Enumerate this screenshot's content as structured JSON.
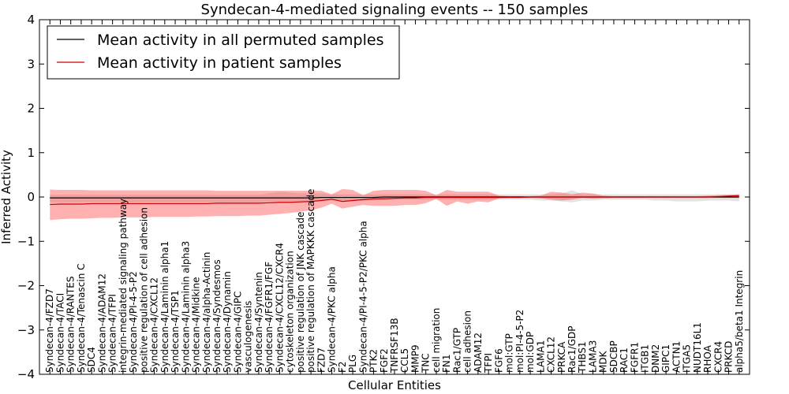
{
  "chart_data": {
    "type": "line",
    "title": "Syndecan-4-mediated signaling events -- 150 samples",
    "xlabel": "Cellular Entities",
    "ylabel": "Inferred Activity",
    "ylim": [
      -4,
      4
    ],
    "yticks": [
      -4,
      -3,
      -2,
      -1,
      0,
      1,
      2,
      3,
      4
    ],
    "grid": false,
    "legend_position": "top-left",
    "categories": [
      "Syndecan-4/FZD7",
      "Syndecan-4/TACI",
      "Syndecan-4/RANTES",
      "Syndecan-4/Tenascin C",
      "SDC4",
      "Syndecan-4/ADAM12",
      "Syndecan-4/TFPI",
      "integrin-mediated signaling pathway",
      "Syndecan-4/PI-4-5-P2",
      "positive regulation of cell adhesion",
      "Syndecan-4/CXCL12",
      "Syndecan-4/Laminin alpha1",
      "Syndecan-4/TSP1",
      "Syndecan-4/Laminin alpha3",
      "Syndecan-4/Midkine",
      "Syndecan-4/alpha-Actinin",
      "Syndecan-4/Syndesmos",
      "Syndecan-4/Dynamin",
      "Syndecan-4/GIPC",
      "vasculogenesis",
      "Syndecan-4/Syntenin",
      "Syndecan-4/FGFR1/FGF",
      "Syndecan-4/CXCL12/CXCR4",
      "cytoskeleton organization",
      "positive regulation of JNK cascade",
      "positive regulation of MAPKKK cascade",
      "FZD7",
      "Syndecan-4/PKC alpha",
      "F2",
      "PLG",
      "Syndecan-4/PI-4-5-P2/PKC alpha",
      "PTK2",
      "FGF2",
      "TNFRSF13B",
      "CCL5",
      "MMP9",
      "TNC",
      "cell migration",
      "FN1",
      "Rac1/GTP",
      "cell adhesion",
      "ADAM12",
      "TFPI",
      "FGF6",
      "mol:GTP",
      "mol:PI-4-5-P2",
      "mol:GDP",
      "LAMA1",
      "CXCL12",
      "PRKCA",
      "Rac1/GDP",
      "THBS1",
      "LAMA3",
      "MDK",
      "SDCBP",
      "RAC1",
      "FGFR1",
      "ITGB1",
      "DNM2",
      "GIPC1",
      "ACTN1",
      "ITGA5",
      "NUDT16L1",
      "RHOA",
      "CXCR4",
      "PRKCD",
      "alpha5/beta1 Integrin"
    ],
    "series": [
      {
        "name": "Mean activity in all permuted samples",
        "color": "#000000",
        "band_color": "#b0b0b0",
        "values": [
          -0.02,
          -0.02,
          -0.02,
          -0.02,
          -0.02,
          -0.02,
          -0.02,
          -0.02,
          -0.02,
          -0.02,
          -0.02,
          -0.02,
          -0.02,
          -0.02,
          -0.02,
          -0.02,
          -0.02,
          -0.02,
          -0.02,
          -0.02,
          -0.02,
          -0.02,
          -0.02,
          -0.02,
          -0.02,
          -0.02,
          -0.01,
          -0.01,
          -0.01,
          -0.01,
          -0.01,
          -0.01,
          0,
          0,
          0,
          0,
          0,
          0,
          0,
          0,
          0,
          0,
          0,
          0,
          0,
          0,
          0,
          0,
          0,
          0,
          0,
          0,
          0,
          0,
          0,
          0,
          0,
          0,
          0,
          0,
          0,
          0,
          0,
          0,
          0,
          0,
          0
        ],
        "lower": [
          -0.12,
          -0.12,
          -0.12,
          -0.12,
          -0.12,
          -0.12,
          -0.12,
          -0.12,
          -0.12,
          -0.12,
          -0.12,
          -0.12,
          -0.12,
          -0.12,
          -0.12,
          -0.12,
          -0.12,
          -0.12,
          -0.12,
          -0.12,
          -0.12,
          -0.1,
          -0.1,
          -0.1,
          -0.1,
          -0.1,
          -0.08,
          -0.08,
          -0.08,
          -0.08,
          -0.08,
          -0.08,
          -0.06,
          -0.06,
          -0.06,
          -0.06,
          -0.06,
          -0.06,
          -0.06,
          -0.06,
          -0.06,
          -0.06,
          -0.06,
          -0.06,
          -0.06,
          -0.06,
          -0.06,
          -0.08,
          -0.08,
          -0.1,
          -0.12,
          -0.08,
          -0.08,
          -0.06,
          -0.06,
          -0.06,
          -0.06,
          -0.06,
          -0.08,
          -0.08,
          -0.1,
          -0.1,
          -0.1,
          -0.08,
          -0.08,
          -0.08,
          -0.1
        ],
        "upper": [
          0.05,
          0.05,
          0.05,
          0.05,
          0.05,
          0.05,
          0.05,
          0.05,
          0.05,
          0.05,
          0.05,
          0.05,
          0.05,
          0.05,
          0.05,
          0.05,
          0.05,
          0.05,
          0.05,
          0.05,
          0.05,
          0.08,
          0.12,
          0.1,
          0.08,
          0.08,
          0.08,
          0.06,
          0.06,
          0.06,
          0.06,
          0.06,
          0.06,
          0.06,
          0.06,
          0.06,
          0.06,
          0.06,
          0.06,
          0.06,
          0.06,
          0.06,
          0.06,
          0.06,
          0.06,
          0.06,
          0.06,
          0.06,
          0.06,
          0.08,
          0.15,
          0.06,
          0.06,
          0.06,
          0.06,
          0.06,
          0.06,
          0.06,
          0.06,
          0.06,
          0.06,
          0.06,
          0.06,
          0.06,
          0.06,
          0.06,
          0.06
        ]
      },
      {
        "name": "Mean activity in patient samples",
        "color": "#cc0000",
        "band_color": "#ff3333",
        "values": [
          -0.17,
          -0.16,
          -0.16,
          -0.16,
          -0.15,
          -0.15,
          -0.15,
          -0.15,
          -0.15,
          -0.15,
          -0.15,
          -0.15,
          -0.15,
          -0.15,
          -0.15,
          -0.15,
          -0.14,
          -0.14,
          -0.14,
          -0.14,
          -0.14,
          -0.13,
          -0.12,
          -0.12,
          -0.11,
          -0.1,
          -0.08,
          -0.05,
          -0.1,
          -0.08,
          -0.06,
          -0.04,
          -0.04,
          -0.03,
          -0.02,
          -0.02,
          -0.01,
          -0.01,
          -0.01,
          -0.01,
          -0.01,
          -0.01,
          -0.01,
          -0.01,
          -0.01,
          -0.01,
          0,
          0,
          0,
          0,
          0,
          0,
          0,
          0,
          0,
          0,
          0,
          0,
          0,
          0,
          0,
          0,
          0,
          0,
          0.01,
          0.02,
          0.03
        ],
        "lower": [
          -0.52,
          -0.5,
          -0.49,
          -0.49,
          -0.48,
          -0.47,
          -0.47,
          -0.46,
          -0.46,
          -0.46,
          -0.45,
          -0.45,
          -0.45,
          -0.45,
          -0.44,
          -0.44,
          -0.43,
          -0.43,
          -0.43,
          -0.42,
          -0.42,
          -0.4,
          -0.38,
          -0.36,
          -0.33,
          -0.3,
          -0.24,
          -0.15,
          -0.26,
          -0.22,
          -0.18,
          -0.2,
          -0.2,
          -0.2,
          -0.18,
          -0.18,
          -0.14,
          -0.04,
          -0.2,
          -0.1,
          -0.15,
          -0.1,
          -0.12,
          -0.03,
          -0.02,
          -0.02,
          -0.02,
          -0.03,
          -0.06,
          -0.08,
          -0.06,
          -0.02,
          -0.04,
          -0.03,
          -0.02,
          -0.02,
          -0.02,
          -0.02,
          -0.02,
          -0.02,
          -0.02,
          -0.02,
          -0.02,
          -0.02,
          -0.02,
          -0.02,
          -0.02
        ],
        "upper": [
          0.17,
          0.16,
          0.16,
          0.16,
          0.15,
          0.15,
          0.15,
          0.15,
          0.15,
          0.15,
          0.15,
          0.15,
          0.15,
          0.15,
          0.15,
          0.15,
          0.14,
          0.14,
          0.14,
          0.14,
          0.14,
          0.14,
          0.14,
          0.14,
          0.14,
          0.14,
          0.14,
          0.06,
          0.18,
          0.16,
          0.04,
          0.14,
          0.16,
          0.16,
          0.16,
          0.16,
          0.14,
          0.04,
          0.16,
          0.12,
          0.12,
          0.12,
          0.12,
          0.03,
          0.02,
          0.02,
          0.02,
          0.03,
          0.12,
          0.1,
          0.06,
          0.1,
          0.08,
          0.03,
          0.02,
          0.02,
          0.02,
          0.02,
          0.02,
          0.02,
          0.02,
          0.02,
          0.02,
          0.03,
          0.04,
          0.05,
          0.06
        ]
      }
    ]
  }
}
